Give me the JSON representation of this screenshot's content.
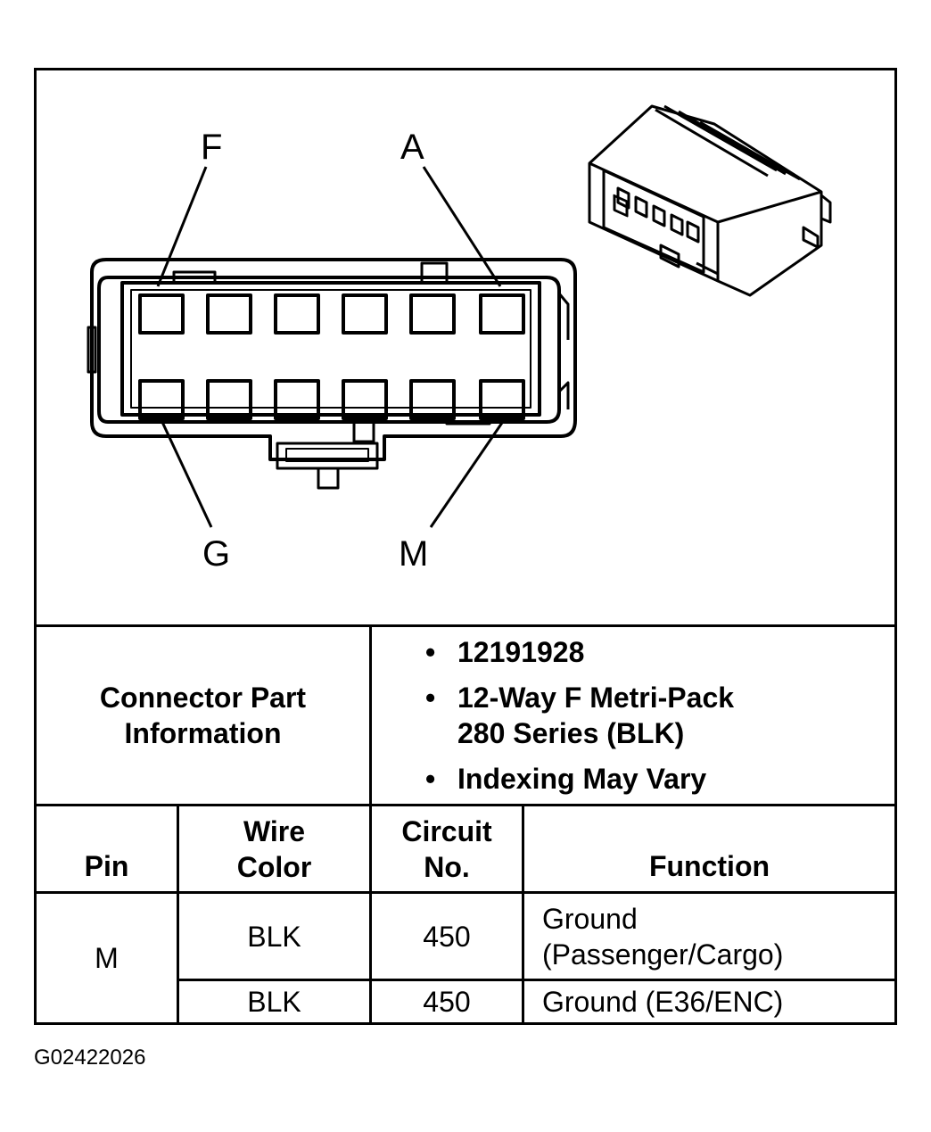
{
  "diagram": {
    "pin_labels": {
      "top_left": "F",
      "top_right": "A",
      "bottom_left": "G",
      "bottom_right": "M"
    }
  },
  "connector_info": {
    "heading_line1": "Connector Part",
    "heading_line2": "Information",
    "items": [
      {
        "lines": [
          "12191928"
        ]
      },
      {
        "lines": [
          "12-Way F Metri-Pack",
          "280 Series (BLK)"
        ]
      },
      {
        "lines": [
          "Indexing May Vary"
        ]
      }
    ]
  },
  "table": {
    "headers": {
      "pin": "Pin",
      "wire_color_line1": "Wire",
      "wire_color_line2": "Color",
      "circuit_line1": "Circuit",
      "circuit_line2": "No.",
      "function": "Function"
    },
    "pin_value": "M",
    "rows": [
      {
        "wire_color": "BLK",
        "circuit": "450",
        "function_line1": "Ground",
        "function_line2": "(Passenger/Cargo)"
      },
      {
        "wire_color": "BLK",
        "circuit": "450",
        "function_line1": "Ground (E36/ENC)",
        "function_line2": ""
      }
    ]
  },
  "figure_code": "G02422026"
}
